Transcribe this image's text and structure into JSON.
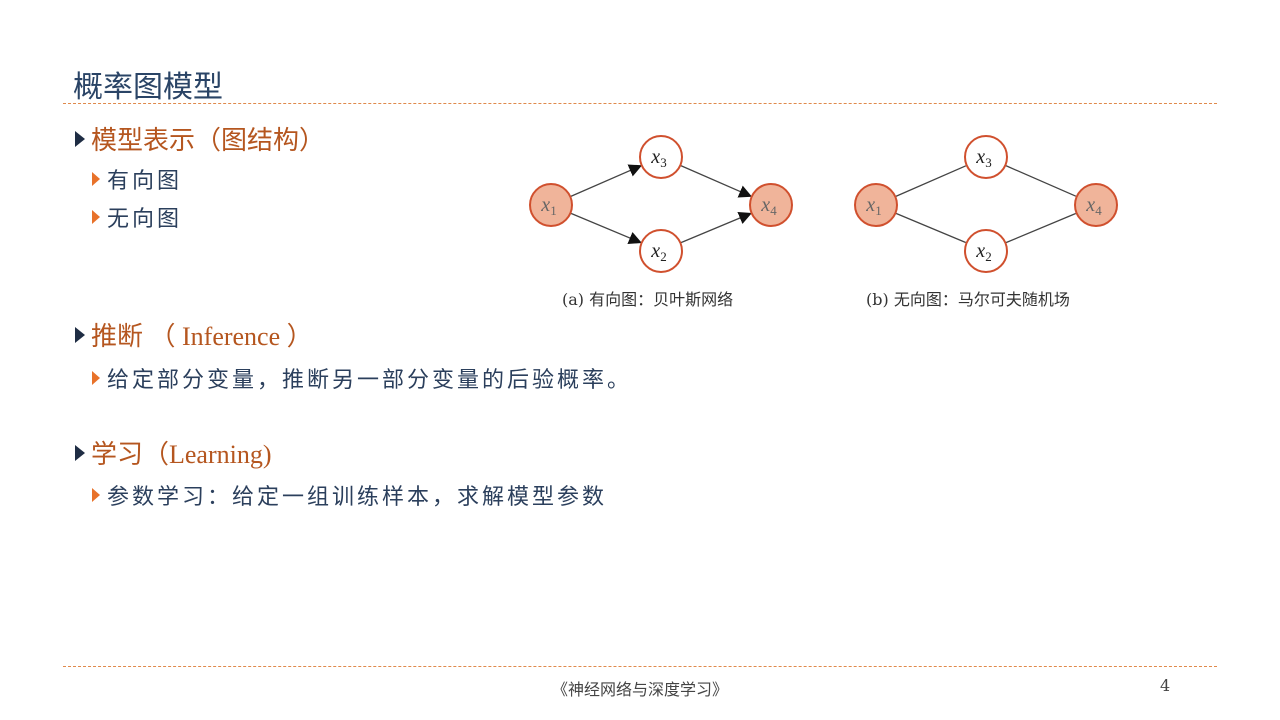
{
  "title": "概率图模型",
  "sections": [
    {
      "heading": "模型表示（图结构）",
      "items": [
        "有向图",
        "无向图"
      ]
    },
    {
      "heading": "推断 （ Inference ）",
      "items": [
        "给定部分变量，推断另一部分变量的后验概率。"
      ]
    },
    {
      "heading": "学习（Learning)",
      "items": [
        "参数学习：给定一组训练样本，求解模型参数"
      ]
    }
  ],
  "figures": [
    {
      "caption": "(a) 有向图：贝叶斯网络",
      "nodes": [
        "x1",
        "x2",
        "x3",
        "x4"
      ],
      "observed": [
        "x1",
        "x4"
      ],
      "edges": [
        [
          "x1",
          "x3"
        ],
        [
          "x1",
          "x2"
        ],
        [
          "x3",
          "x4"
        ],
        [
          "x2",
          "x4"
        ]
      ],
      "directed": true
    },
    {
      "caption": "(b) 无向图：马尔可夫随机场",
      "nodes": [
        "x1",
        "x2",
        "x3",
        "x4"
      ],
      "observed": [
        "x1",
        "x4"
      ],
      "edges": [
        [
          "x1",
          "x3"
        ],
        [
          "x1",
          "x2"
        ],
        [
          "x3",
          "x4"
        ],
        [
          "x2",
          "x4"
        ]
      ],
      "directed": false
    }
  ],
  "footer": "《神经网络与深度学习》",
  "page_number": "4",
  "colors": {
    "title": "#2a4466",
    "heading": "#b5561f",
    "node_fill": "#f0b49a",
    "node_stroke": "#d0502e"
  }
}
